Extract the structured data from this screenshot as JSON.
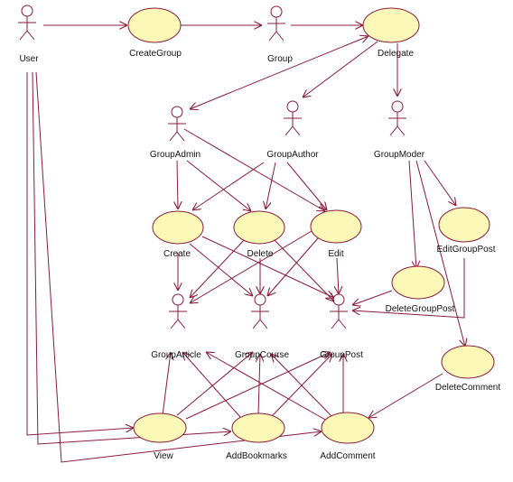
{
  "actors": {
    "user": "User",
    "group": "Group",
    "group_admin": "GroupAdmin",
    "group_author": "GroupAuthor",
    "group_moder": "GroupModer",
    "group_article": "GroupArticle",
    "group_course": "GroupCourse",
    "group_post": "GroupPost"
  },
  "usecases": {
    "create_group": "CreateGroup",
    "delegate": "Delegate",
    "create": "Create",
    "delete": "Delete",
    "edit": "Edit",
    "edit_group_post": "EditGroupPost",
    "delete_group_post": "DeleteGroupPost",
    "delete_comment": "DeleteComment",
    "view": "View",
    "add_bookmarks": "AddBookmarks",
    "add_comment": "AddComment"
  },
  "colors": {
    "line": "#8b1a3a",
    "usecase_fill": "#fbf7b7"
  }
}
